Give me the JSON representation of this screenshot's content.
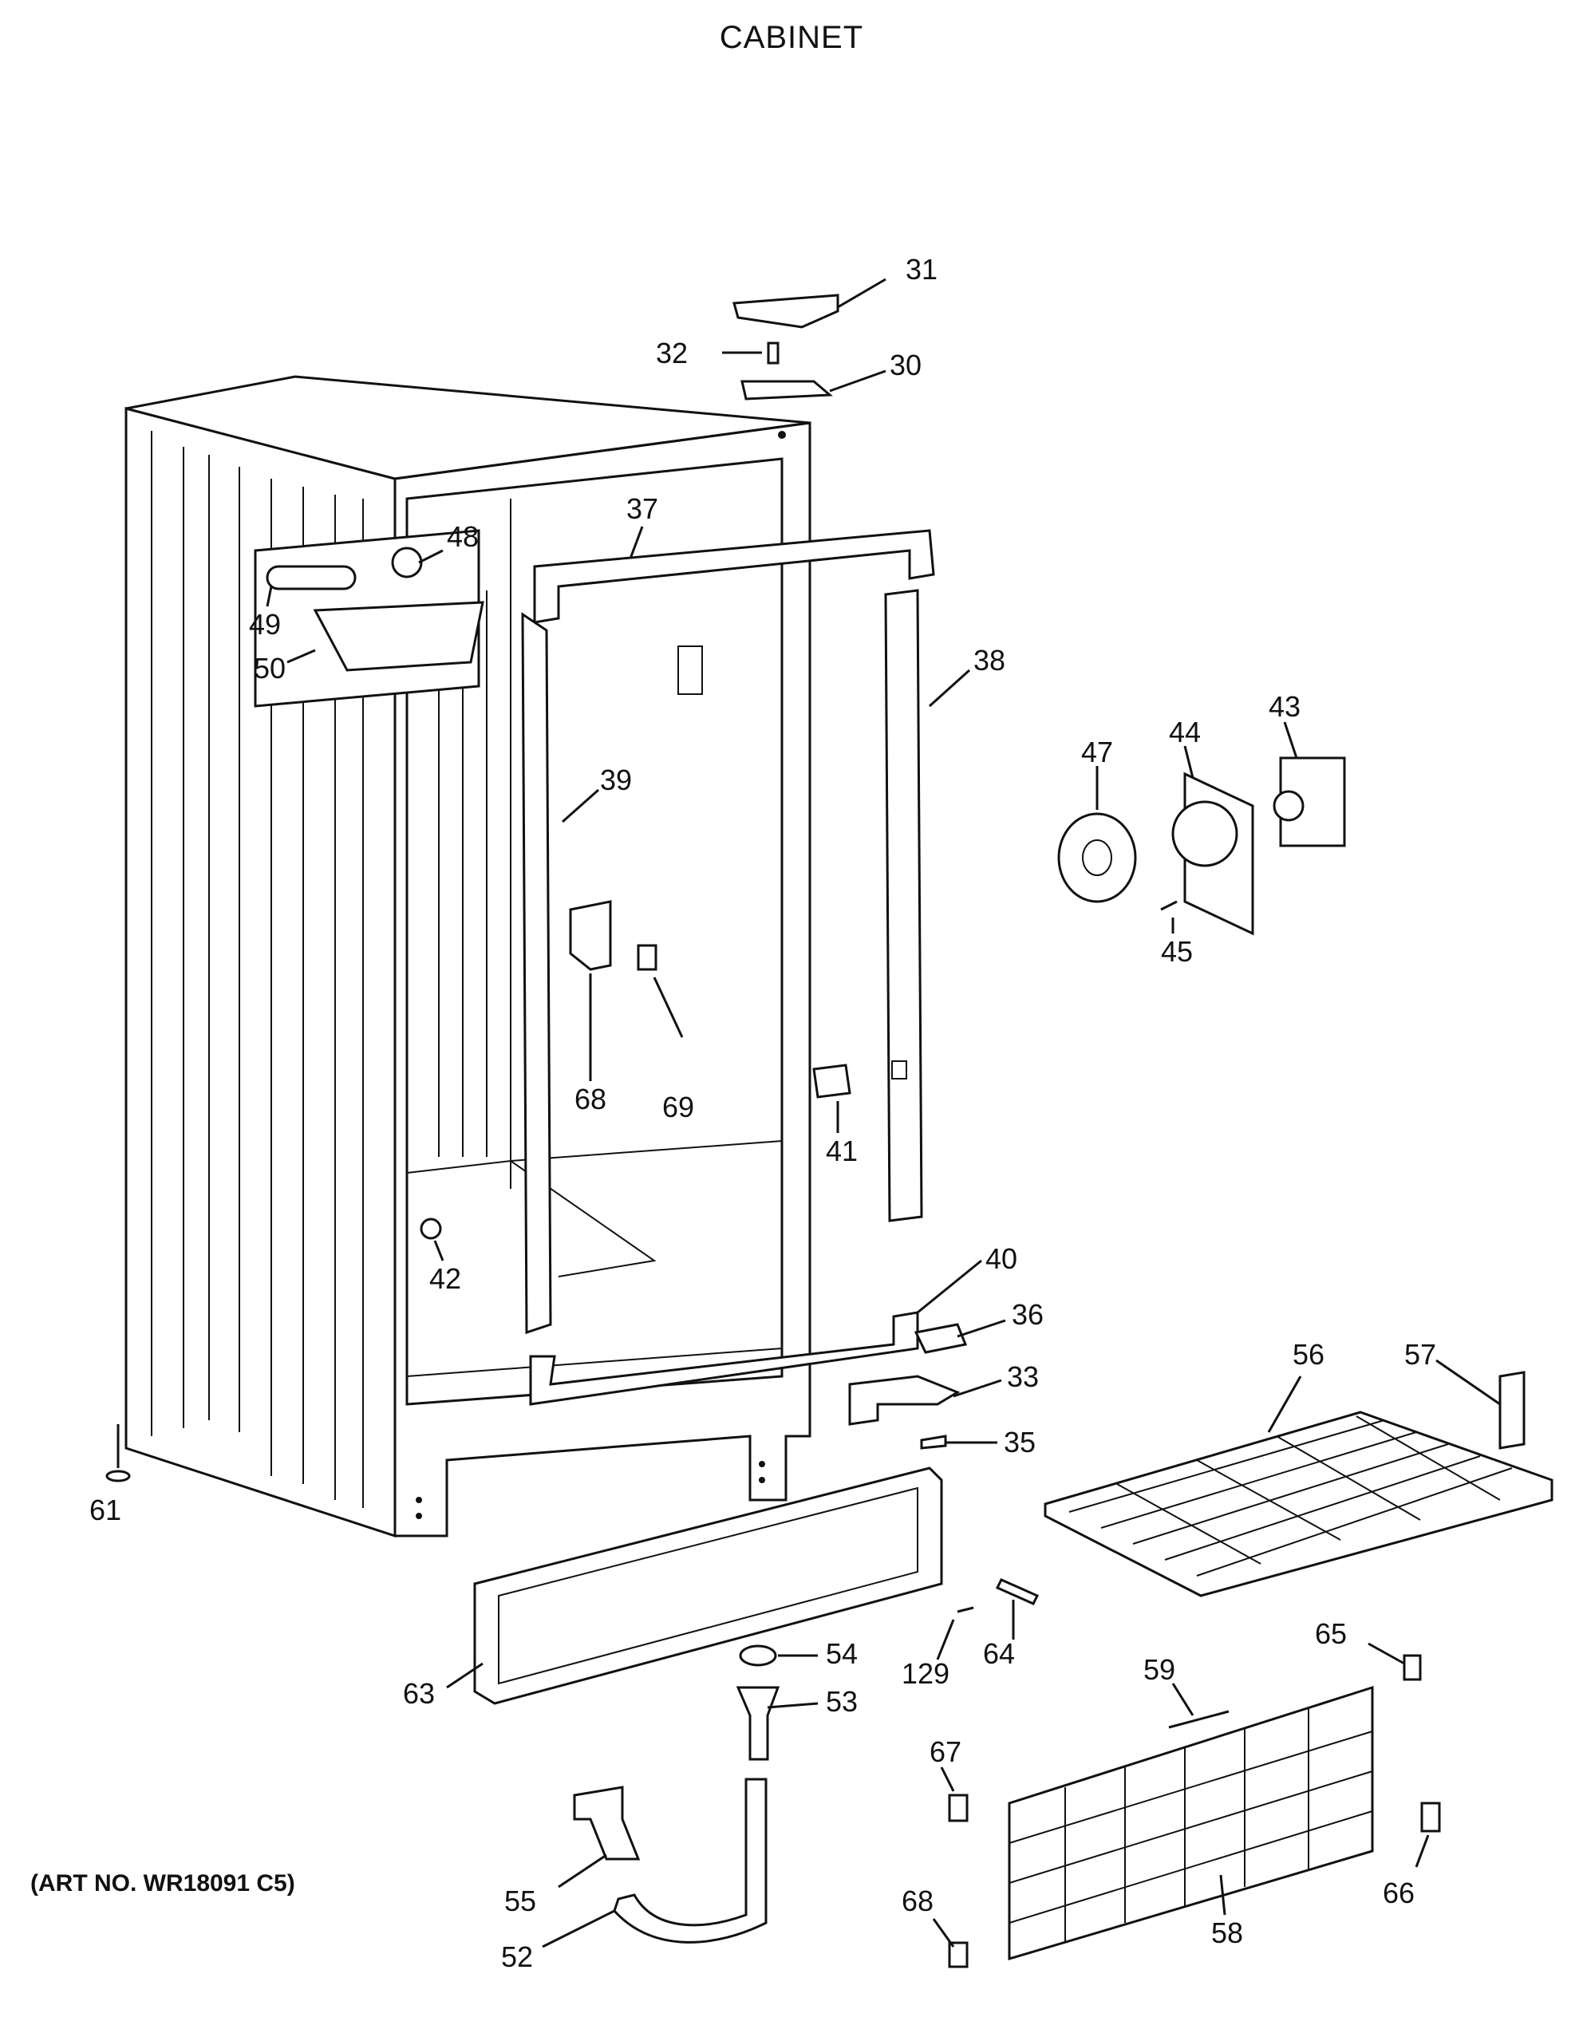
{
  "diagram": {
    "title": "CABINET",
    "art_number": "(ART NO. WR18091 C5)",
    "callouts": [
      {
        "id": "c31",
        "label": "31"
      },
      {
        "id": "c32",
        "label": "32"
      },
      {
        "id": "c30",
        "label": "30"
      },
      {
        "id": "c37",
        "label": "37"
      },
      {
        "id": "c48",
        "label": "48"
      },
      {
        "id": "c49",
        "label": "49"
      },
      {
        "id": "c50",
        "label": "50"
      },
      {
        "id": "c38",
        "label": "38"
      },
      {
        "id": "c39",
        "label": "39"
      },
      {
        "id": "c47",
        "label": "47"
      },
      {
        "id": "c44",
        "label": "44"
      },
      {
        "id": "c43",
        "label": "43"
      },
      {
        "id": "c45",
        "label": "45"
      },
      {
        "id": "c68a",
        "label": "68"
      },
      {
        "id": "c69",
        "label": "69"
      },
      {
        "id": "c41",
        "label": "41"
      },
      {
        "id": "c42",
        "label": "42"
      },
      {
        "id": "c40",
        "label": "40"
      },
      {
        "id": "c36",
        "label": "36"
      },
      {
        "id": "c33",
        "label": "33"
      },
      {
        "id": "c35",
        "label": "35"
      },
      {
        "id": "c56",
        "label": "56"
      },
      {
        "id": "c57",
        "label": "57"
      },
      {
        "id": "c61",
        "label": "61"
      },
      {
        "id": "c63",
        "label": "63"
      },
      {
        "id": "c54",
        "label": "54"
      },
      {
        "id": "c53",
        "label": "53"
      },
      {
        "id": "c129",
        "label": "129"
      },
      {
        "id": "c64",
        "label": "64"
      },
      {
        "id": "c65",
        "label": "65"
      },
      {
        "id": "c59",
        "label": "59"
      },
      {
        "id": "c67",
        "label": "67"
      },
      {
        "id": "c55",
        "label": "55"
      },
      {
        "id": "c52",
        "label": "52"
      },
      {
        "id": "c68b",
        "label": "68"
      },
      {
        "id": "c58",
        "label": "58"
      },
      {
        "id": "c66",
        "label": "66"
      }
    ]
  }
}
